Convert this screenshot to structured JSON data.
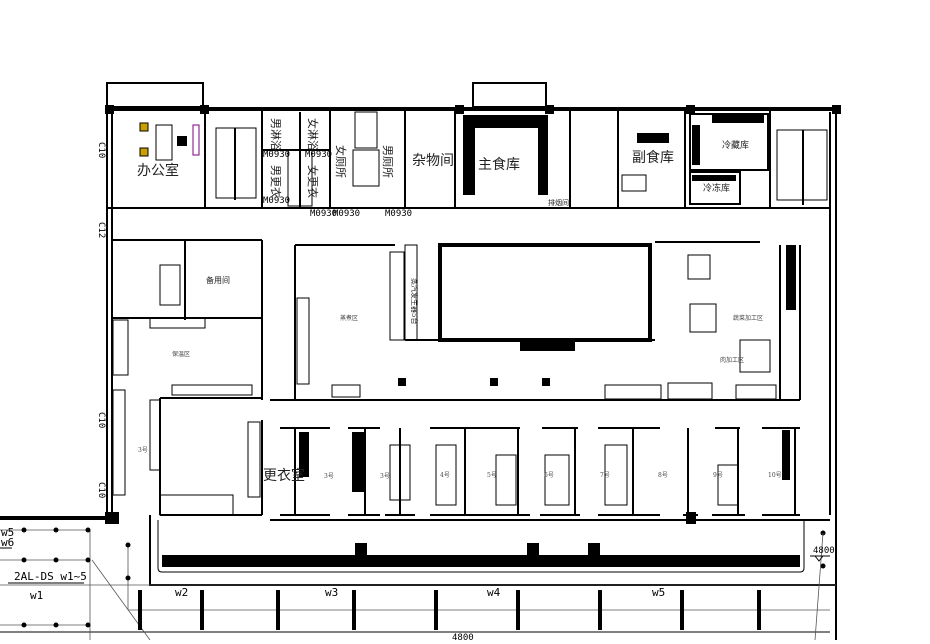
{
  "rooms": {
    "office": "办公室",
    "male_shower": "男淋浴",
    "female_shower": "女淋浴",
    "male_locker": "男更衣",
    "female_locker": "女更衣",
    "female_toilet": "女厕所",
    "male_toilet": "男厕所",
    "storage": "杂物间",
    "staple_store": "主食库",
    "nonstaple_store": "副食库",
    "cold_storage": "冷藏库",
    "freezer": "冷冻库",
    "spare_room": "备用间",
    "warming_area": "保温区",
    "steaming_area": "蒸煮区",
    "steam_generator": "蒸汽发生器5台",
    "vegetable_area": "蔬菜加工区",
    "meat_area": "肉加工区",
    "changing_room": "更衣室",
    "smoke_room": "排烟间"
  },
  "door_tags": [
    "M0930",
    "M0930",
    "M0930",
    "M0930",
    "M0930",
    "M0930"
  ],
  "column_tags": [
    "C10",
    "C12",
    "C10",
    "C10"
  ],
  "stall_tags": [
    "3号",
    "3号",
    "3号",
    "4号",
    "5号",
    "6号",
    "7号",
    "8号",
    "9号",
    "10号"
  ],
  "electrical": {
    "circuit_w5": "w5",
    "circuit_w6": "w6",
    "panel": "2AL-DS  w1~5",
    "w1": "w1",
    "w2": "w2",
    "w3": "w3",
    "w4": "w4",
    "w5": "w5"
  },
  "dimensions": {
    "right_level": "4800",
    "bottom_level": "4800"
  }
}
